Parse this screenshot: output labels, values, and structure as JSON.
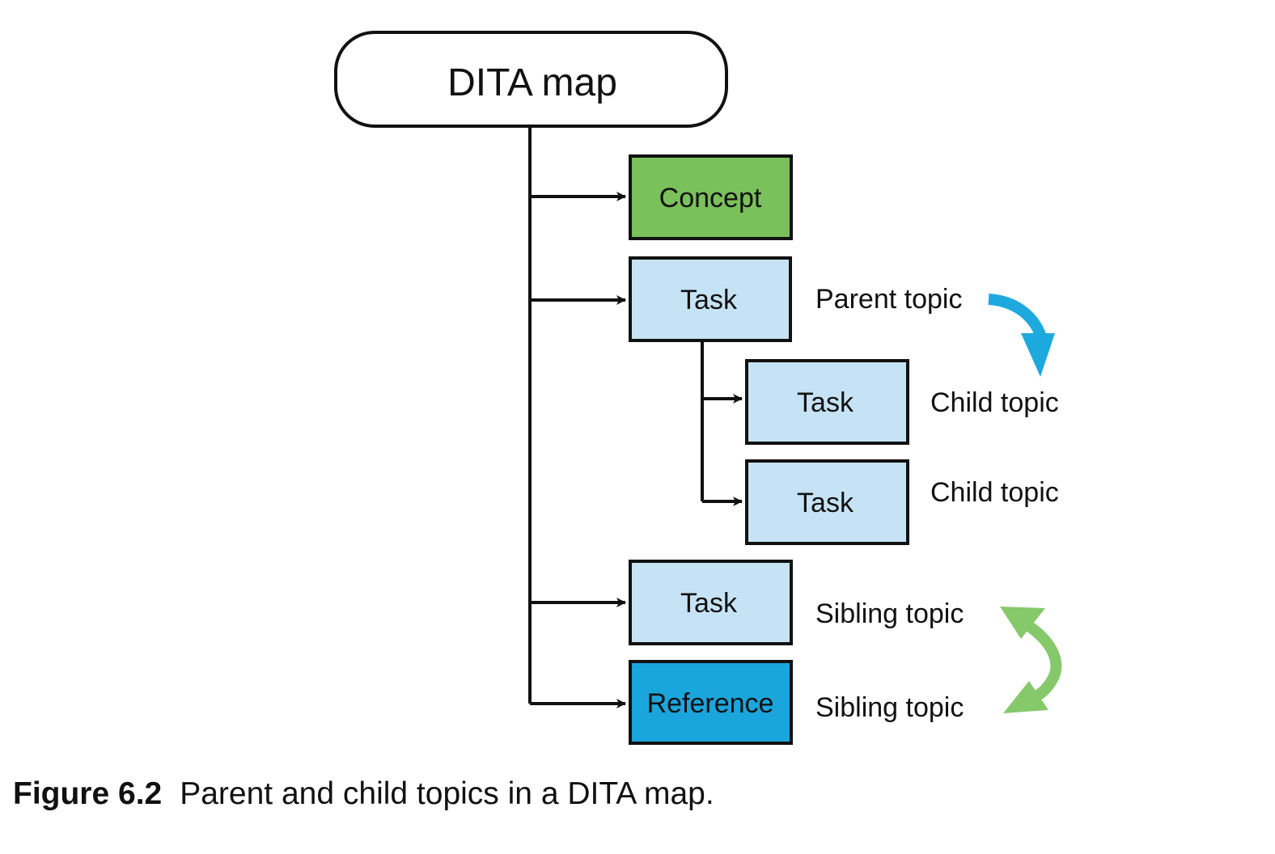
{
  "diagram": {
    "root": {
      "label": "DITA map"
    },
    "nodes": [
      {
        "id": "concept",
        "label": "Concept",
        "fill": "#7ac05b"
      },
      {
        "id": "task-parent",
        "label": "Task",
        "fill": "#c6e3f5"
      },
      {
        "id": "task-child-1",
        "label": "Task",
        "fill": "#c6e3f5"
      },
      {
        "id": "task-child-2",
        "label": "Task",
        "fill": "#c6e3f5"
      },
      {
        "id": "task-sibling",
        "label": "Task",
        "fill": "#c6e3f5"
      },
      {
        "id": "reference",
        "label": "Reference",
        "fill": "#1aa6dc"
      }
    ],
    "annotations": {
      "parent": "Parent topic",
      "child_1": "Child topic",
      "child_2": "Child topic",
      "sibling_1": "Sibling topic",
      "sibling_2": "Sibling topic"
    },
    "colors": {
      "parent_child_arrow": "#1ea9de",
      "sibling_arrow": "#86c96b",
      "line": "#111111"
    }
  },
  "caption": {
    "label": "Figure 6.2",
    "text": "Parent and child topics in a DITA map."
  }
}
